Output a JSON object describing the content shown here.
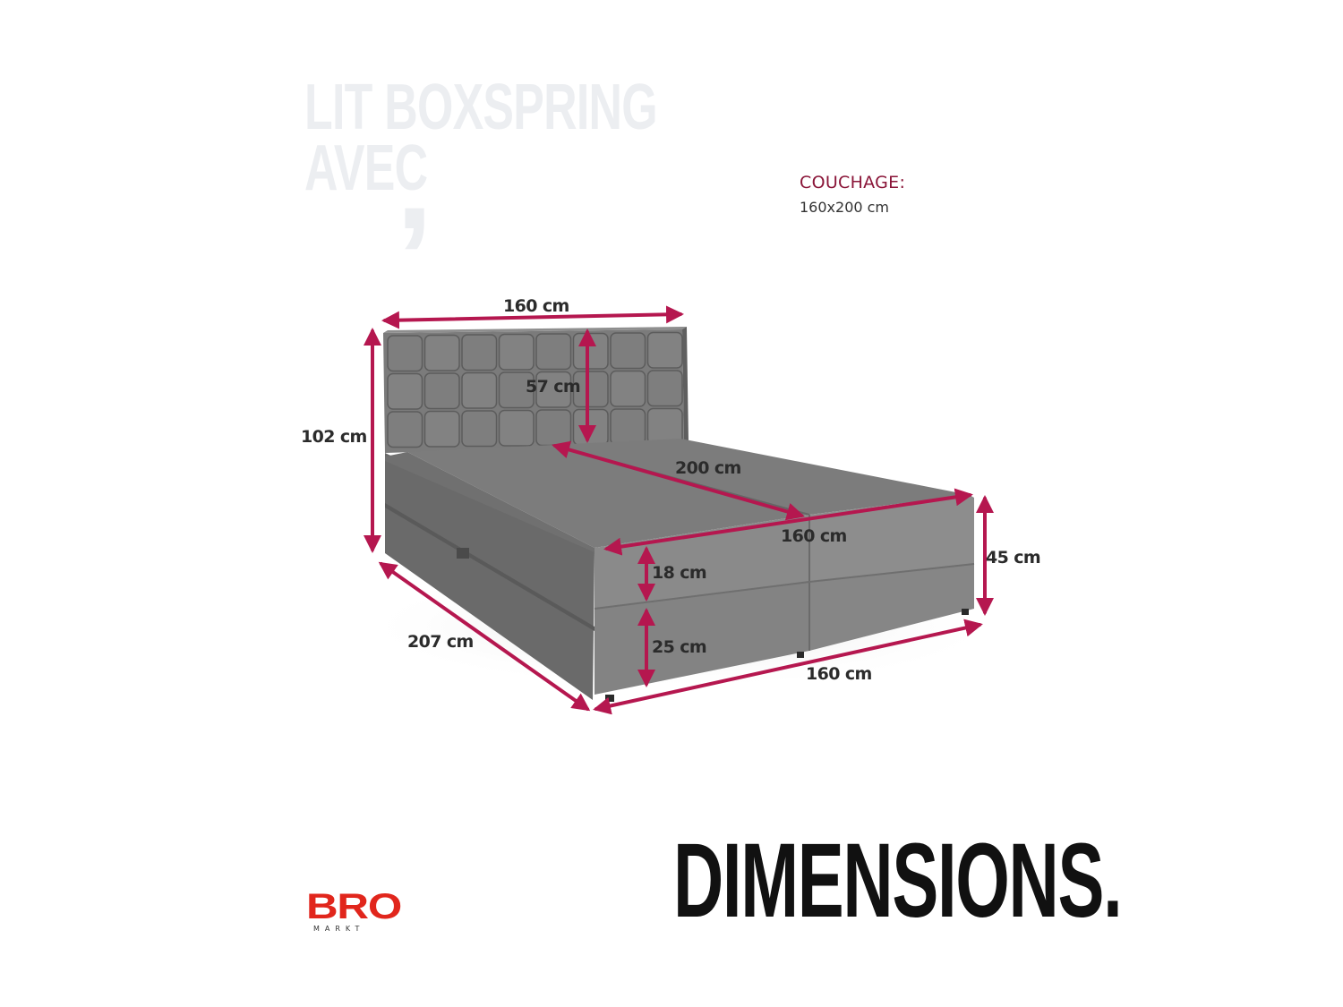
{
  "watermark": {
    "line1": "LIT BOXSPRING",
    "line2": "AVEC",
    "comma": ","
  },
  "couchage": {
    "label": "COUCHAGE:",
    "value": "160x200 cm"
  },
  "dimensions": {
    "top_width": "160 cm",
    "total_height": "102 cm",
    "headboard_height": "57 cm",
    "mattress_length": "200 cm",
    "mattress_width": "160 cm",
    "topper_height": "18 cm",
    "base_height": "25 cm",
    "side_height": "45 cm",
    "bed_length": "207 cm",
    "bottom_width": "160 cm"
  },
  "title": "DIMENSIONS.",
  "logo": {
    "brand": "BRO",
    "sub": "MARKT"
  },
  "colors": {
    "arrow": "#b5174f",
    "fabric_dark": "#6e6e6e",
    "fabric_mid": "#858585",
    "fabric_light": "#9a9a9a",
    "logo_red": "#e1261c",
    "couchage_label": "#8a1538"
  }
}
